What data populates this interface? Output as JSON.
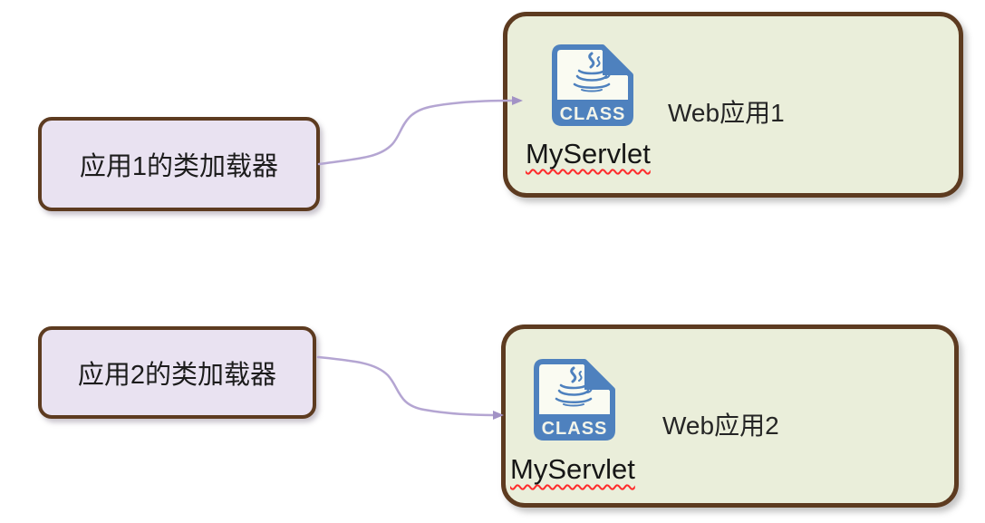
{
  "diagram": {
    "loader1": {
      "label": "应用1的类加载器"
    },
    "loader2": {
      "label": "应用2的类加载器"
    },
    "app1": {
      "title": "Web应用1",
      "class_name": "MyServlet",
      "icon_label": "CLASS",
      "icon": "java-class-file-icon"
    },
    "app2": {
      "title": "Web应用2",
      "class_name": "MyServlet",
      "icon_label": "CLASS",
      "icon": "java-class-file-icon"
    },
    "connections": [
      {
        "from": "应用1的类加载器",
        "to": "Web应用1 MyServlet"
      },
      {
        "from": "应用2的类加载器",
        "to": "Web应用2 MyServlet"
      }
    ],
    "colors": {
      "loader_box_fill": "#e9e2f1",
      "app_box_fill": "#eaeeda",
      "box_border": "#5d3b20",
      "connector": "#b4a5d2",
      "arrowhead": "#a292c5",
      "icon_blue": "#4e81be",
      "misspell_underline": "#ff2b2b",
      "text": "#1c1c1c"
    }
  }
}
